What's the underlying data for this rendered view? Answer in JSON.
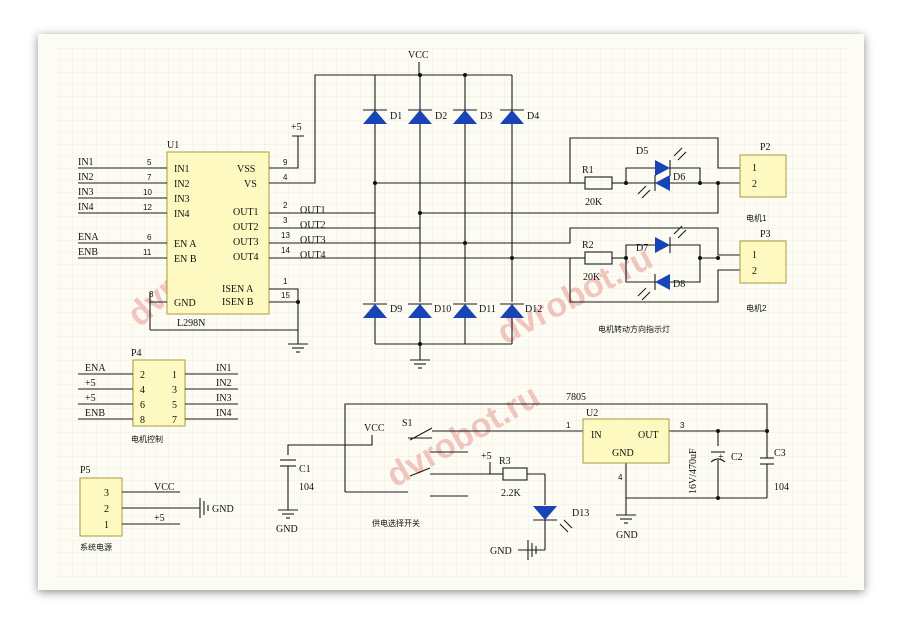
{
  "u1": {
    "ref": "U1",
    "name": "L298N",
    "left_pins": [
      {
        "num": "5",
        "label": "IN1",
        "net": "IN1"
      },
      {
        "num": "7",
        "label": "IN2",
        "net": "IN2"
      },
      {
        "num": "10",
        "label": "IN3",
        "net": "IN3"
      },
      {
        "num": "12",
        "label": "IN4",
        "net": "IN4"
      },
      {
        "num": "6",
        "label": "EN A",
        "net": "ENA"
      },
      {
        "num": "11",
        "label": "EN B",
        "net": "ENB"
      }
    ],
    "right_pins": [
      {
        "num": "9",
        "label": "VSS"
      },
      {
        "num": "4",
        "label": "VS"
      },
      {
        "num": "2",
        "label": "OUT1",
        "net": "OUT1"
      },
      {
        "num": "3",
        "label": "OUT2",
        "net": "OUT2"
      },
      {
        "num": "13",
        "label": "OUT3",
        "net": "OUT3"
      },
      {
        "num": "14",
        "label": "OUT4",
        "net": "OUT4"
      },
      {
        "num": "1",
        "label": "ISEN A"
      },
      {
        "num": "15",
        "label": "ISEN B"
      }
    ],
    "gnd_pin": {
      "num": "8",
      "label": "GND"
    }
  },
  "vcc": "VCC",
  "plus5": "+5",
  "diodes_top": [
    "D1",
    "D2",
    "D3",
    "D4"
  ],
  "diodes_bottom": [
    "D9",
    "D10",
    "D11",
    "D12"
  ],
  "p2": {
    "ref": "P2",
    "pins": [
      "1",
      "2"
    ],
    "label": "电机1"
  },
  "p3": {
    "ref": "P3",
    "pins": [
      "1",
      "2"
    ],
    "label": "电机2"
  },
  "r1": {
    "ref": "R1",
    "value": "20K"
  },
  "r2": {
    "ref": "R2",
    "value": "20K"
  },
  "leds_m1": [
    "D5",
    "D6"
  ],
  "leds_m2": [
    "D7",
    "D8"
  ],
  "indicator_label": "电机转动方向指示灯",
  "p4": {
    "ref": "P4",
    "label": "电机控制",
    "left": [
      {
        "pin": "2",
        "net": "ENA"
      },
      {
        "pin": "4",
        "net": "+5"
      },
      {
        "pin": "6",
        "net": "+5"
      },
      {
        "pin": "8",
        "net": "ENB"
      }
    ],
    "right": [
      {
        "pin": "1",
        "net": "IN1"
      },
      {
        "pin": "3",
        "net": "IN2"
      },
      {
        "pin": "5",
        "net": "IN3"
      },
      {
        "pin": "7",
        "net": "IN4"
      }
    ]
  },
  "p5": {
    "ref": "P5",
    "label": "系统电源",
    "pins": [
      {
        "pin": "3",
        "net": "VCC"
      },
      {
        "pin": "2",
        "net": "+5"
      },
      {
        "pin": "1",
        "net": ""
      }
    ],
    "gnd": "GND"
  },
  "reg": {
    "ref": "U2",
    "part": "7805",
    "in": "IN",
    "out": "OUT",
    "gnd": "GND",
    "pin_in": "1",
    "pin_out": "3",
    "pin_gnd": "4"
  },
  "c1": {
    "ref": "C1",
    "value": "104"
  },
  "c2": {
    "ref": "C2",
    "value": "16V/470uF",
    "plus": "+"
  },
  "c3": {
    "ref": "C3",
    "value": "104"
  },
  "s1": {
    "ref": "S1",
    "label": "供电选择开关"
  },
  "r3": {
    "ref": "R3",
    "value": "2.2K"
  },
  "d13": "D13",
  "gnd": "GND",
  "watermark": "dvrobot.ru"
}
